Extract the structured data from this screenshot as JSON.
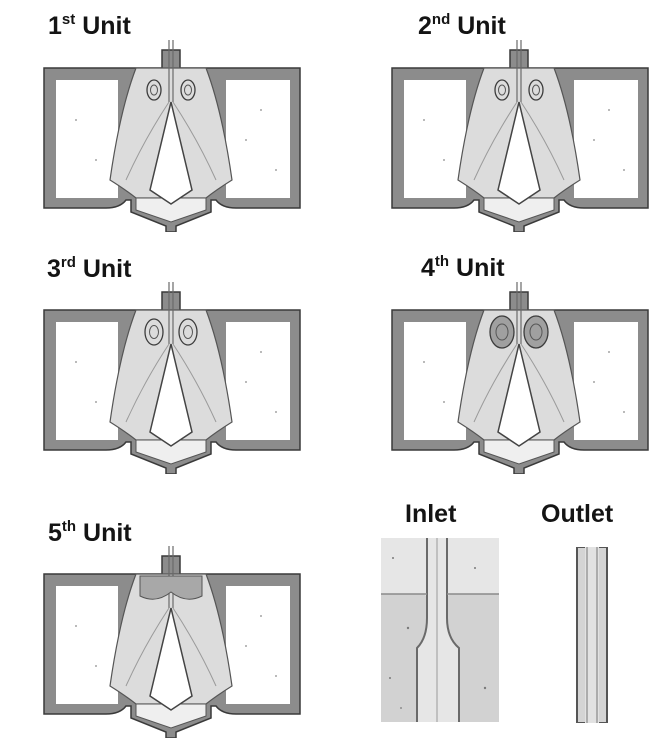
{
  "figure": {
    "units": [
      {
        "num": "1",
        "suffix": "st",
        "word": "Unit",
        "vortex": "small"
      },
      {
        "num": "2",
        "suffix": "nd",
        "word": "Unit",
        "vortex": "small"
      },
      {
        "num": "3",
        "suffix": "rd",
        "word": "Unit",
        "vortex": "medium"
      },
      {
        "num": "4",
        "suffix": "th",
        "word": "Unit",
        "vortex": "large"
      },
      {
        "num": "5",
        "suffix": "th",
        "word": "Unit",
        "vortex": "filled"
      }
    ],
    "inlet_label": "Inlet",
    "outlet_label": "Outlet"
  },
  "colors": {
    "wall": "#8c8c8c",
    "wall_edge": "#3a3a3a",
    "fluid": "#dcdcdc",
    "fluid_light": "#efefef",
    "background": "#ffffff",
    "text": "#141414"
  }
}
